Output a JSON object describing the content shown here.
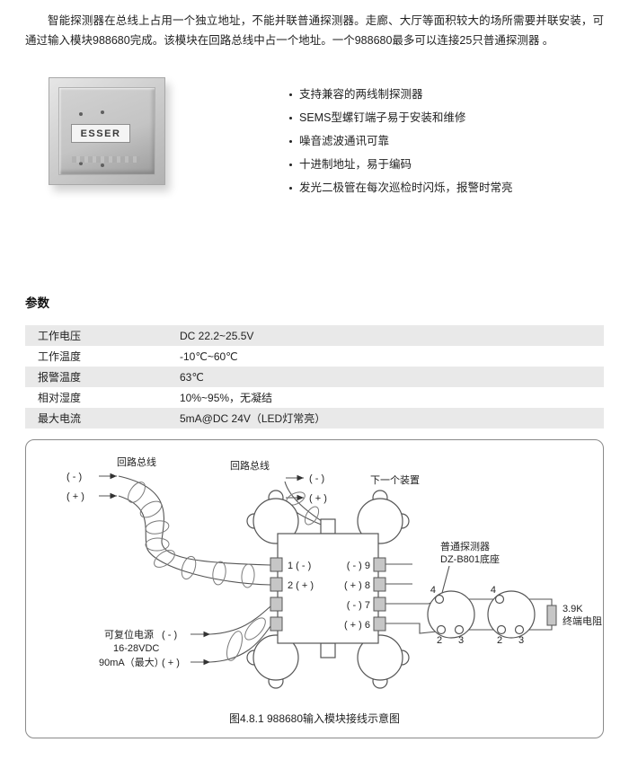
{
  "intro": "智能探测器在总线上占用一个独立地址，不能并联普通探测器。走廊、大厅等面积较大的场所需要并联安装，可通过输入模块988680完成。该模块在回路总线中占一个地址。一个988680最多可以连接25只普通探测器 。",
  "product": {
    "brand": "ESSER"
  },
  "features": [
    "支持兼容的两线制探测器",
    "SEMS型螺钉端子易于安装和维修",
    "噪音滤波通讯可靠",
    "十进制地址，易于编码",
    "发光二极管在每次巡检时闪烁，报警时常亮"
  ],
  "params": {
    "heading": "参数",
    "rows": [
      {
        "label": "工作电压",
        "value": "DC 22.2~25.5V"
      },
      {
        "label": "工作温度",
        "value": "-10℃~60℃"
      },
      {
        "label": "报警温度",
        "value": "63℃"
      },
      {
        "label": "相对湿度",
        "value": "10%~95%，无凝结"
      },
      {
        "label": "最大电流",
        "value": "5mA@DC 24V（LED灯常亮）"
      }
    ]
  },
  "diagram": {
    "caption": "图4.8.1  988680输入模块接线示意图",
    "loop_bus": "回路总线",
    "next_device": "下一个装置",
    "minus": "( - )",
    "plus": "( + )",
    "power_line1": "可复位电源",
    "power_line2": "16-28VDC",
    "power_line3": "90mA（最大）",
    "detector_label1": "普通探测器",
    "detector_label2": "DZ-B801底座",
    "resistor_value": "3.9K",
    "resistor_label": "终端电阻",
    "terminals_left": [
      "1 ( - )",
      "2 ( + )"
    ],
    "terminals_right": [
      "( - ) 9",
      "( + ) 8",
      "( - ) 7",
      "( + ) 6"
    ],
    "det_t4": "4",
    "det_t2": "2",
    "det_t3": "3"
  }
}
